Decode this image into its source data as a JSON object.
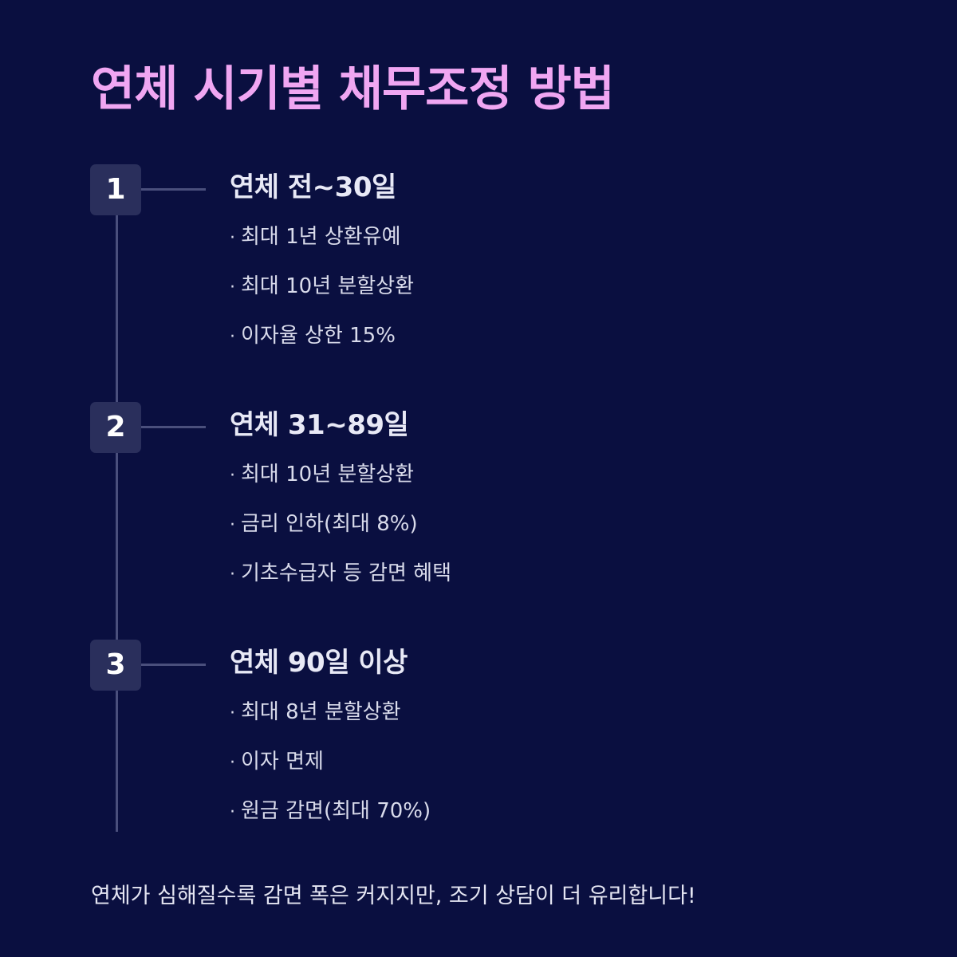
{
  "title": "연체 시기별 채무조정 방법",
  "steps": [
    {
      "number": "1",
      "title": "연체 전~30일",
      "items": [
        "최대 1년 상환유예",
        "최대 10년 분할상환",
        "이자율 상한 15%"
      ]
    },
    {
      "number": "2",
      "title": "연체 31~89일",
      "items": [
        "최대 10년 분할상환",
        "금리 인하(최대 8%)",
        "기초수급자 등 감면 혜택"
      ]
    },
    {
      "number": "3",
      "title": "연체 90일 이상",
      "items": [
        "최대 8년 분할상환",
        "이자 면제",
        "원금 감면(최대 70%)"
      ]
    }
  ],
  "bullet_symbol": "·",
  "footer": "연체가 심해질수록 감면 폭은 커지지만, 조기 상담이 더 유리합니다!",
  "colors": {
    "background": "#0a0f40",
    "title": "#f0a6f2",
    "badge": "#2a2f5c",
    "line": "#4a4f7c",
    "text": "#e6e7f2"
  }
}
